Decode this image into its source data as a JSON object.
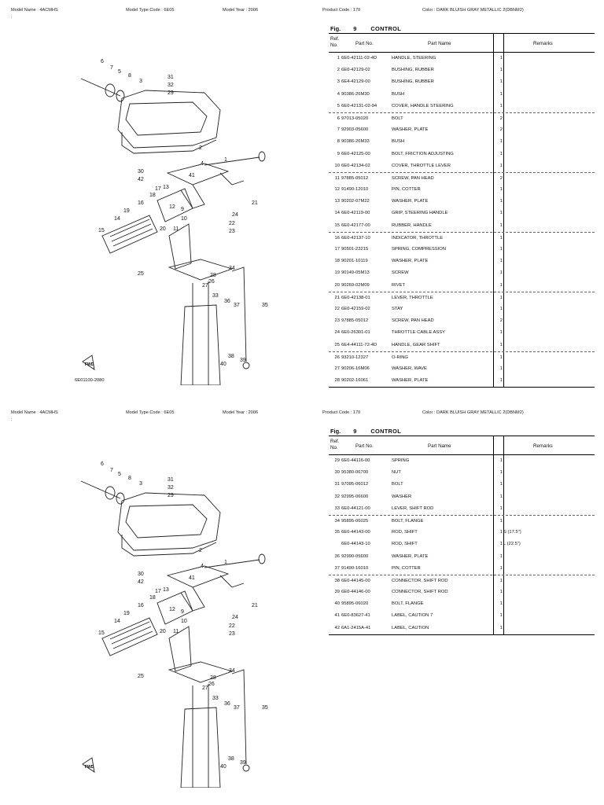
{
  "header": {
    "model_name": "Model Name : 4ACMHS",
    "model_type_code": "Model Type Code : 6E05",
    "model_year": "Model Year : 2006",
    "product_code": "Product Code : 170",
    "color": "Color : DARK BLUISH GRAY METALLIC 2(DBNM2)",
    "colon": ":"
  },
  "figure": {
    "label": "Fig.",
    "number": "9",
    "title": "CONTROL"
  },
  "table_headers": {
    "ref": "Ref. No.",
    "part_no": "Part No.",
    "part_name": "Part Name",
    "remarks": "Remarks"
  },
  "diagram": {
    "drawing_code": "6E01100-2080",
    "fwd_label": "FWD",
    "callouts": [
      "1",
      "2",
      "3",
      "4",
      "5",
      "6",
      "7",
      "8",
      "9",
      "10",
      "11",
      "12",
      "13",
      "14",
      "15",
      "16",
      "17",
      "18",
      "19",
      "20",
      "21",
      "22",
      "23",
      "24",
      "25",
      "26",
      "27",
      "28",
      "29",
      "30",
      "31",
      "32",
      "33",
      "34",
      "35",
      "36",
      "37",
      "38",
      "39",
      "40",
      "41",
      "42"
    ]
  },
  "page1_rows": [
    {
      "ref": "1",
      "part": "6E0-42111-02-4D",
      "name": "HANDLE, STEERING",
      "qty": "1",
      "remarks": ""
    },
    {
      "ref": "2",
      "part": "6E0-42129-02",
      "name": "BUSHING, RUBBER",
      "qty": "1",
      "remarks": ""
    },
    {
      "ref": "3",
      "part": "6E4-42129-00",
      "name": "BUSHING, RUBBER",
      "qty": "1",
      "remarks": ""
    },
    {
      "ref": "4",
      "part": "90386-26M30",
      "name": "BUSH",
      "qty": "1",
      "remarks": ""
    },
    {
      "ref": "5",
      "part": "6E0-42131-02-94",
      "name": "COVER, HANDLE STEERING",
      "qty": "1",
      "remarks": ""
    },
    {
      "ref": "6",
      "part": "97013-05020",
      "name": "BOLT",
      "qty": "2",
      "remarks": ""
    },
    {
      "ref": "7",
      "part": "92903-05600",
      "name": "WASHER, PLATE",
      "qty": "2",
      "remarks": ""
    },
    {
      "ref": "8",
      "part": "90386-26M33",
      "name": "BUSH",
      "qty": "1",
      "remarks": ""
    },
    {
      "ref": "9",
      "part": "6E0-42125-00",
      "name": "BOLT, FRICTION ADJUSTING",
      "qty": "1",
      "remarks": ""
    },
    {
      "ref": "10",
      "part": "6E0-42134-02",
      "name": "COVER, THROTTLE LEVER",
      "qty": "1",
      "remarks": ""
    },
    {
      "ref": "11",
      "part": "97885-05012",
      "name": "SCREW, PAN HEAD",
      "qty": "2",
      "remarks": ""
    },
    {
      "ref": "12",
      "part": "91490-12010",
      "name": "PIN, COTTER",
      "qty": "1",
      "remarks": ""
    },
    {
      "ref": "13",
      "part": "90202-07M22",
      "name": "WASHER, PLATE",
      "qty": "1",
      "remarks": ""
    },
    {
      "ref": "14",
      "part": "6E0-42119-00",
      "name": "GRIP, STEERING HANDLE",
      "qty": "1",
      "remarks": ""
    },
    {
      "ref": "15",
      "part": "6E0-42177-00",
      "name": "RUBBER, HANDLE",
      "qty": "1",
      "remarks": ""
    },
    {
      "ref": "16",
      "part": "6E0-42137-10",
      "name": "INDICATOR, THROTTLE",
      "qty": "1",
      "remarks": ""
    },
    {
      "ref": "17",
      "part": "90501-23215",
      "name": "SPRING, COMPRESSION",
      "qty": "1",
      "remarks": ""
    },
    {
      "ref": "18",
      "part": "90201-10119",
      "name": "WASHER, PLATE",
      "qty": "1",
      "remarks": ""
    },
    {
      "ref": "19",
      "part": "90149-05M13",
      "name": "SCREW",
      "qty": "1",
      "remarks": ""
    },
    {
      "ref": "20",
      "part": "90269-02M09",
      "name": "RIVET",
      "qty": "1",
      "remarks": ""
    },
    {
      "ref": "21",
      "part": "6E0-42138-01",
      "name": "LEVER, THROTTLE",
      "qty": "1",
      "remarks": ""
    },
    {
      "ref": "22",
      "part": "6E0-42159-02",
      "name": "STAY",
      "qty": "1",
      "remarks": ""
    },
    {
      "ref": "23",
      "part": "97885-05012",
      "name": "SCREW, PAN HEAD",
      "qty": "2",
      "remarks": ""
    },
    {
      "ref": "24",
      "part": "6E0-26301-01",
      "name": "THROTTLE CABLE ASSY",
      "qty": "1",
      "remarks": ""
    },
    {
      "ref": "25",
      "part": "6E4-44111-72-4D",
      "name": "HANDLE, GEAR SHIFT",
      "qty": "1",
      "remarks": ""
    },
    {
      "ref": "26",
      "part": "93210-12327",
      "name": "O-RING",
      "qty": "1",
      "remarks": ""
    },
    {
      "ref": "27",
      "part": "90206-16M06",
      "name": "WASHER, WAVE",
      "qty": "1",
      "remarks": ""
    },
    {
      "ref": "28",
      "part": "90202-16061",
      "name": "WASHER, PLATE",
      "qty": "1",
      "remarks": ""
    }
  ],
  "page2_rows": [
    {
      "ref": "29",
      "part": "6E0-44116-00",
      "name": "SPRING",
      "qty": "1",
      "remarks": ""
    },
    {
      "ref": "30",
      "part": "95380-06700",
      "name": "NUT",
      "qty": "1",
      "remarks": ""
    },
    {
      "ref": "31",
      "part": "97095-06012",
      "name": "BOLT",
      "qty": "1",
      "remarks": ""
    },
    {
      "ref": "32",
      "part": "92995-06600",
      "name": "WASHER",
      "qty": "1",
      "remarks": ""
    },
    {
      "ref": "33",
      "part": "6E0-44121-00",
      "name": "LEVER, SHIFT ROD",
      "qty": "1",
      "remarks": ""
    },
    {
      "ref": "34",
      "part": "95895-06025",
      "name": "BOLT, FLANGE",
      "qty": "1",
      "remarks": ""
    },
    {
      "ref": "35",
      "part": "6E0-44143-00",
      "name": "ROD, SHIFT",
      "qty": "1",
      "remarks": "S (17.5\")"
    },
    {
      "ref": "",
      "part": "6E0-44143-10",
      "name": "ROD, SHIFT",
      "qty": "1",
      "remarks": "L (22.5\")"
    },
    {
      "ref": "36",
      "part": "92990-05600",
      "name": "WASHER, PLATE",
      "qty": "1",
      "remarks": ""
    },
    {
      "ref": "37",
      "part": "91490-16010",
      "name": "PIN, COTTER",
      "qty": "1",
      "remarks": ""
    },
    {
      "ref": "38",
      "part": "6E0-44145-00",
      "name": "CONNECTOR, SHIFT ROD",
      "qty": "1",
      "remarks": ""
    },
    {
      "ref": "39",
      "part": "6E0-44146-00",
      "name": "CONNECTOR, SHIFT ROD",
      "qty": "1",
      "remarks": ""
    },
    {
      "ref": "40",
      "part": "95895-06020",
      "name": "BOLT, FLANGE",
      "qty": "1",
      "remarks": ""
    },
    {
      "ref": "41",
      "part": "6E0-83627-41",
      "name": "LABEL, CAUTION 7",
      "qty": "1",
      "remarks": ""
    },
    {
      "ref": "42",
      "part": "6A1-2415A-41",
      "name": "LABEL, CAUTION",
      "qty": "1",
      "remarks": ""
    }
  ]
}
